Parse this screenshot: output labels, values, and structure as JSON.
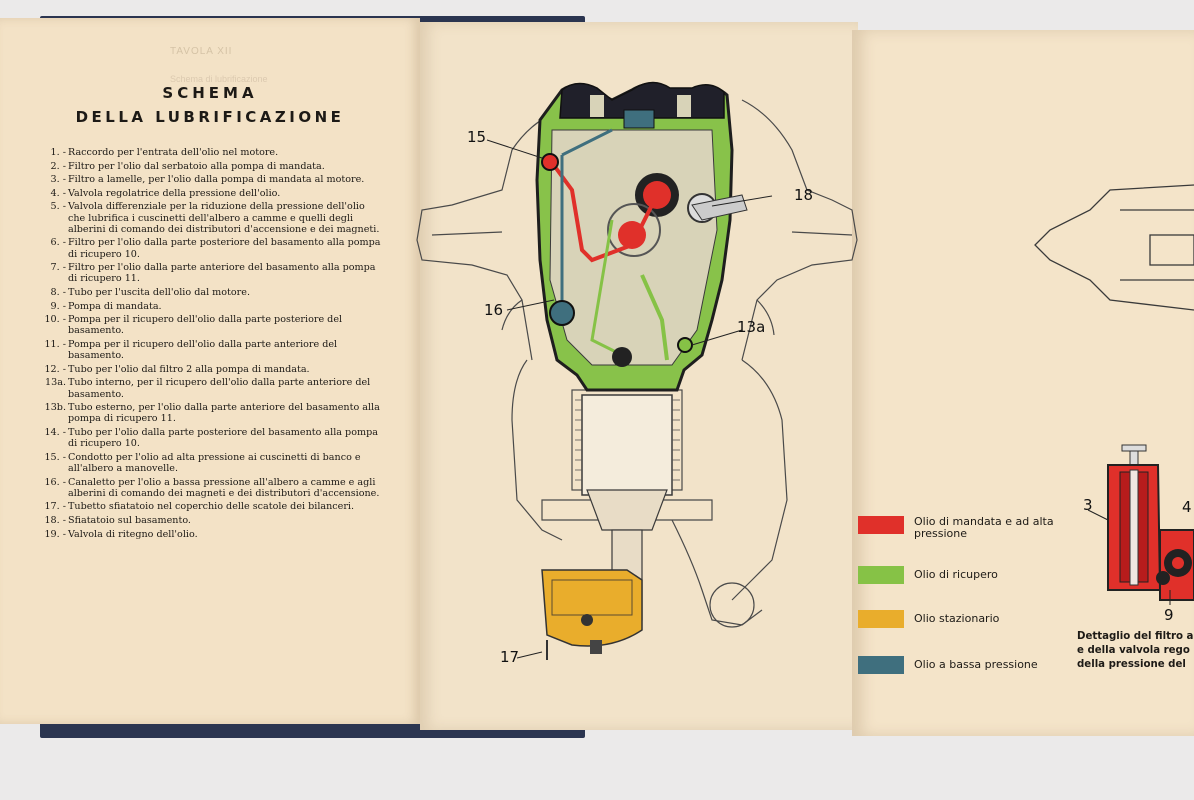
{
  "page": {
    "header_ghost": "TAVOLA XII",
    "header_ghost_sub": "Schema di lubrificazione"
  },
  "title": {
    "line1": "SCHEMA",
    "line2": "DELLA LUBRIFICAZIONE"
  },
  "legend_items": [
    {
      "num": "1. -",
      "text": "Raccordo per l'entrata dell'olio nel motore."
    },
    {
      "num": "2. -",
      "text": "Filtro per l'olio dal serbatoio alla pompa di mandata."
    },
    {
      "num": "3. -",
      "text": "Filtro a lamelle, per l'olio dalla pompa di mandata al motore."
    },
    {
      "num": "4. -",
      "text": "Valvola regolatrice della pressione dell'olio."
    },
    {
      "num": "5. -",
      "text": "Valvola differenziale per la riduzione della pressione dell'olio che lubrifica i cuscinetti dell'albero a camme e quelli degli alberini di comando dei distributori d'accensione e dei magneti."
    },
    {
      "num": "6. -",
      "text": "Filtro per l'olio dalla parte posteriore del basamento alla pompa di ricupero 10."
    },
    {
      "num": "7. -",
      "text": "Filtro per l'olio dalla parte anteriore del basamento alla pompa di ricupero 11."
    },
    {
      "num": "8. -",
      "text": "Tubo per l'uscita dell'olio dal motore."
    },
    {
      "num": "9. -",
      "text": "Pompa di mandata."
    },
    {
      "num": "10. -",
      "text": "Pompa per il ricupero dell'olio dalla parte posteriore del basamento."
    },
    {
      "num": "11. -",
      "text": "Pompa per il ricupero dell'olio dalla parte anteriore del basamento."
    },
    {
      "num": "12. -",
      "text": "Tubo per l'olio dal filtro 2 alla pompa di mandata."
    },
    {
      "num": "13a.",
      "text": "Tubo interno, per il ricupero dell'olio dalla parte anteriore del basamento."
    },
    {
      "num": "13b.",
      "text": "Tubo esterno, per l'olio dalla parte anteriore del basamento alla pompa di ricupero 11."
    },
    {
      "num": "14. -",
      "text": "Tubo per l'olio dalla parte posteriore del basamento alla pompa di ricupero 10."
    },
    {
      "num": "15. -",
      "text": "Condotto per l'olio ad alta pressione ai cuscinetti di banco e all'albero a manovelle."
    },
    {
      "num": "16. -",
      "text": "Canaletto per l'olio a bassa pressione all'albero a camme e agli alberini di comando dei magneti e dei distributori d'accensione."
    },
    {
      "num": "17. -",
      "text": "Tubetto sfiatatoio nel coperchio delle scatole dei bilanceri."
    },
    {
      "num": "18. -",
      "text": "Sfiatatoio sul basamento."
    },
    {
      "num": "19. -",
      "text": "Valvola di ritegno dell'olio."
    }
  ],
  "diagram_labels": {
    "l15": "15",
    "l18": "18",
    "l16": "16",
    "l13a": "13a",
    "l17": "17"
  },
  "color_key": [
    {
      "color": "#e0302a",
      "label": "Olio di mandata e ad alta pressione"
    },
    {
      "color": "#86c246",
      "label": "Olio di ricupero"
    },
    {
      "color": "#e9ad2c",
      "label": "Olio stazionario"
    },
    {
      "color": "#3f6f7e",
      "label": "Olio a bassa pressione"
    }
  ],
  "detail_labels": {
    "l3": "3",
    "l4": "4",
    "l9": "9"
  },
  "detail_caption": {
    "line1": "Dettaglio del filtro a l",
    "line2": "e della valvola rego",
    "line3": "della pressione del"
  }
}
